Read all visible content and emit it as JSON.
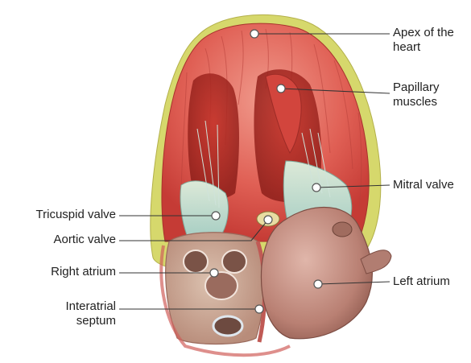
{
  "figure": {
    "subject": "Heart cross-section illustration",
    "colors": {
      "muscle": "#d9504a",
      "muscle_light": "#ef8a7e",
      "fat": "#d8d86a",
      "valve": "#b8d6cc",
      "atrium": "#c9958a",
      "background": "#ffffff",
      "text": "#222222"
    }
  },
  "labels": {
    "apex": [
      "Apex of the",
      "heart"
    ],
    "papillary": [
      "Papillary",
      "muscles"
    ],
    "mitral": "Mitral valve",
    "tricuspid": "Tricuspid valve",
    "aortic": "Aortic valve",
    "right_atrium": "Right atrium",
    "interatrial": [
      "Interatrial",
      "septum"
    ],
    "left_atrium": "Left atrium"
  }
}
